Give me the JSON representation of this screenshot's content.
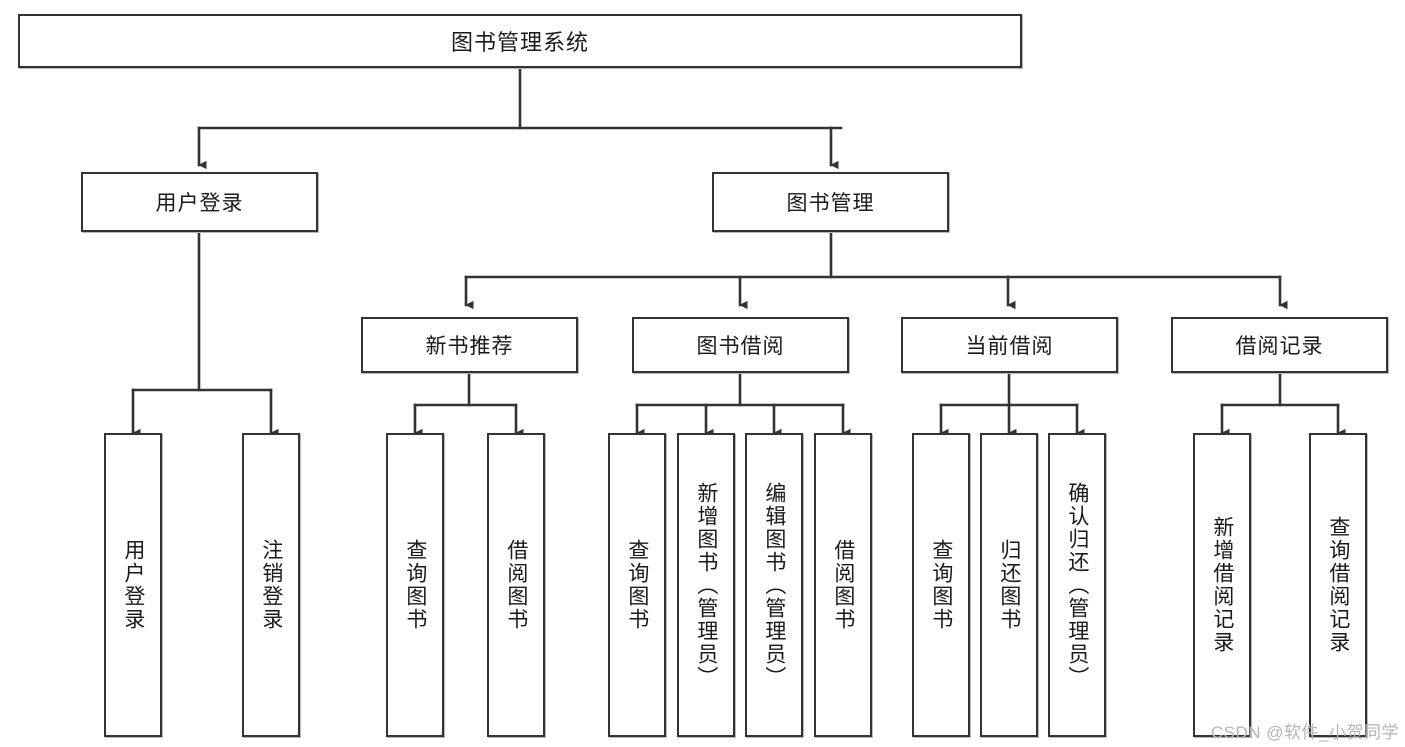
{
  "diagram": {
    "type": "tree-flowchart",
    "title": "图书管理系统",
    "orientation": "top-down",
    "colors": {
      "box_border": "#333333",
      "box_fill": "#ffffff",
      "edge": "#333333",
      "text": "#1a1a1a",
      "watermark": "#b5b5b5",
      "background": "#ffffff"
    },
    "root": {
      "label": "图书管理系统"
    },
    "level2": [
      {
        "id": "user-login",
        "label": "用户登录"
      },
      {
        "id": "book-manage",
        "label": "图书管理"
      }
    ],
    "level3": [
      {
        "id": "new-book-rec",
        "label": "新书推荐",
        "parent": "book-manage"
      },
      {
        "id": "book-borrow",
        "label": "图书借阅",
        "parent": "book-manage"
      },
      {
        "id": "current-borrow",
        "label": "当前借阅",
        "parent": "book-manage"
      },
      {
        "id": "borrow-record",
        "label": "借阅记录",
        "parent": "book-manage"
      }
    ],
    "leaves": [
      {
        "id": "leaf-user-login",
        "label": "用户登录",
        "parent": "user-login"
      },
      {
        "id": "leaf-logout",
        "label": "注销登录",
        "parent": "user-login"
      },
      {
        "id": "leaf-query-book-1",
        "label": "查询图书",
        "parent": "new-book-rec"
      },
      {
        "id": "leaf-borrow-book-1",
        "label": "借阅图书",
        "parent": "new-book-rec"
      },
      {
        "id": "leaf-query-book-2",
        "label": "查询图书",
        "parent": "book-borrow"
      },
      {
        "id": "leaf-add-book",
        "label": "新增图书（管理员）",
        "parent": "book-borrow"
      },
      {
        "id": "leaf-edit-book",
        "label": "编辑图书（管理员）",
        "parent": "book-borrow"
      },
      {
        "id": "leaf-borrow-book-2",
        "label": "借阅图书",
        "parent": "book-borrow"
      },
      {
        "id": "leaf-query-book-3",
        "label": "查询图书",
        "parent": "current-borrow"
      },
      {
        "id": "leaf-return-book",
        "label": "归还图书",
        "parent": "current-borrow"
      },
      {
        "id": "leaf-confirm-return",
        "label": "确认归还（管理员）",
        "parent": "current-borrow"
      },
      {
        "id": "leaf-add-record",
        "label": "新增借阅记录",
        "parent": "borrow-record"
      },
      {
        "id": "leaf-query-record",
        "label": "查询借阅记录",
        "parent": "borrow-record"
      }
    ]
  },
  "watermark": {
    "text": "CSDN @软件_小贺同学"
  }
}
